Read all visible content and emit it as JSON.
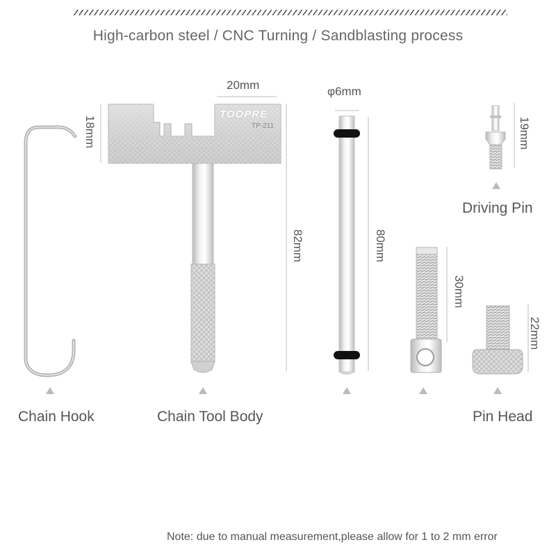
{
  "header": {
    "title": "High-carbon steel / CNC Turning / Sandblasting process"
  },
  "tool_body": {
    "brand": "TOOPRE",
    "model": "TP-211"
  },
  "dimensions": {
    "tool_width": "20mm",
    "tool_height": "18mm",
    "tool_length": "82mm",
    "rod_diameter": "φ6mm",
    "rod_length": "80mm",
    "driving_pin_length": "19mm",
    "bolt_length": "30mm",
    "pin_head_length": "22mm"
  },
  "labels": {
    "chain_hook": "Chain Hook",
    "chain_tool_body": "Chain Tool Body",
    "driving_pin": "Driving Pin",
    "pin_head": "Pin Head"
  },
  "footer": {
    "note": "Note: due to manual measurement,please allow for 1 to 2 mm error"
  },
  "colors": {
    "metal": "#d9d9d9",
    "ring": "#111111",
    "text": "#555555",
    "marker": "#bbbbbb"
  }
}
